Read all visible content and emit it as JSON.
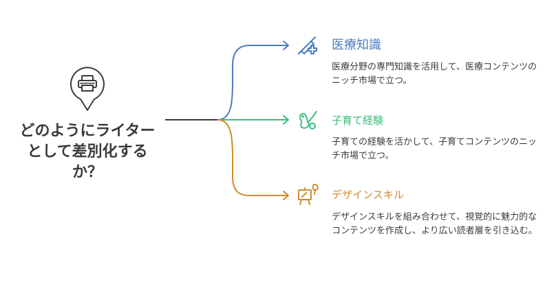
{
  "central": {
    "question": "どのようにライターとして差別化するか？",
    "icon": "printer-pin-icon"
  },
  "branches": [
    {
      "title": "医療知識",
      "description": "医療分野の専門知識を活用して、医療コンテンツのニッチ市場で立つ。",
      "color": "#4a7dbf",
      "icon": "syringe-plus-icon"
    },
    {
      "title": "子育て経験",
      "description": "子育ての経験を活かして、子育てコンテンツのニッチ市場で立つ。",
      "color": "#3dbb7c",
      "icon": "bird-baby-icon"
    },
    {
      "title": "デザインスキル",
      "description": "デザインスキルを組み合わせて、視覚的に魅力的なコンテンツを作成し、より広い読者層を引き込む。",
      "color": "#d08a2c",
      "icon": "easel-brush-icon"
    }
  ]
}
